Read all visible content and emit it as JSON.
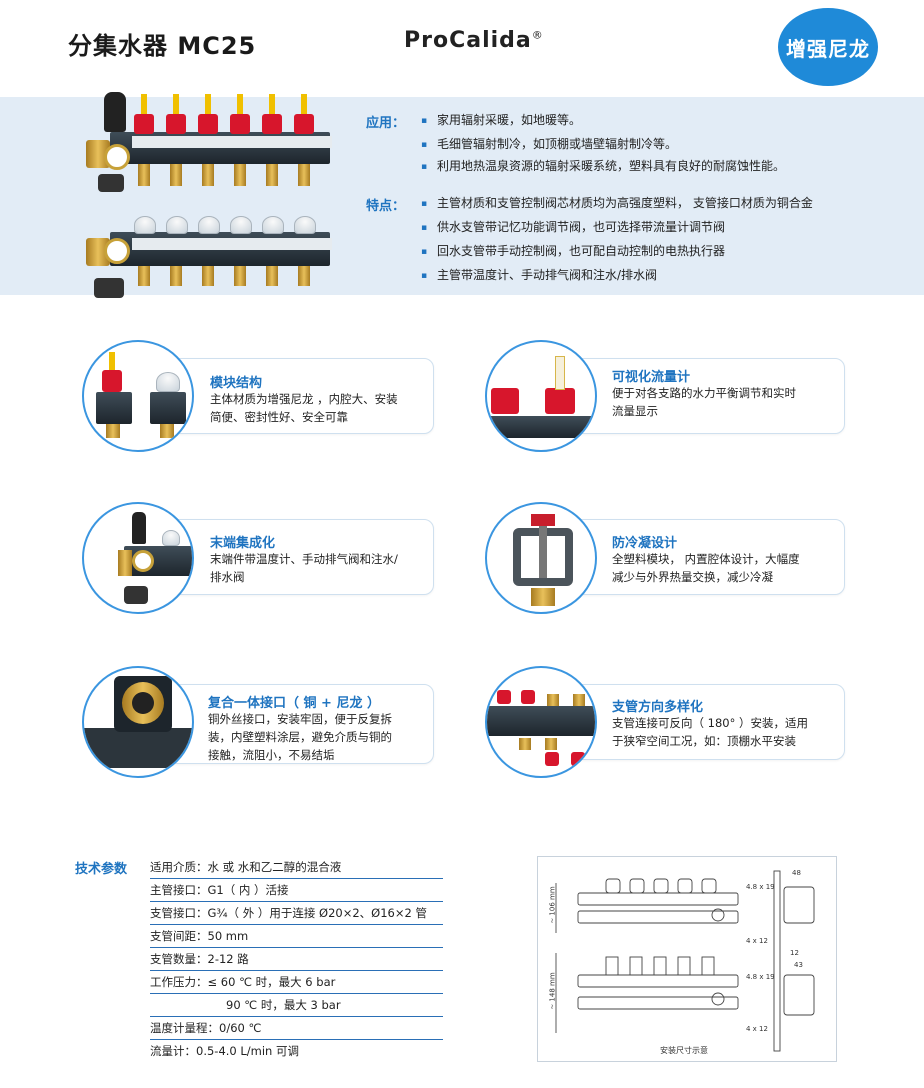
{
  "header": {
    "title": "分集水器 MC25",
    "brand": "ProCalida",
    "brand_mark": "®",
    "badge": "增强尼龙"
  },
  "usage": {
    "label": "应用：",
    "items": [
      "家用辐射采暖，如地暖等。",
      "毛细管辐射制冷，如顶棚或墙壁辐射制冷等。",
      "利用地热温泉资源的辐射采暖系统，塑料具有良好的耐腐蚀性能。"
    ]
  },
  "features_intro": {
    "label": "特点：",
    "items": [
      "主管材质和支管控制阀芯材质均为高强度塑料， 支管接口材质为铜合金",
      "供水支管带记忆功能调节阀，也可选择带流量计调节阀",
      "回水支管带手动控制阀，也可配自动控制的电热执行器",
      "主管带温度计、手动排气阀和注水/排水阀"
    ]
  },
  "feature_cards": [
    {
      "title": "模块结构",
      "lines": [
        "主体材质为增强尼龙 ，内腔大、安装",
        "简便、密封性好、安全可靠"
      ]
    },
    {
      "title": "可视化流量计",
      "lines": [
        "便于对各支路的水力平衡调节和实时",
        "流量显示"
      ]
    },
    {
      "title": "末端集成化",
      "lines": [
        "末端件带温度计、手动排气阀和注水/",
        "排水阀"
      ]
    },
    {
      "title": "防冷凝设计",
      "lines": [
        "全塑料模块， 内置腔体设计，大幅度",
        "减少与外界热量交换，减少冷凝"
      ]
    },
    {
      "title": "复合一体接口（ 铜 + 尼龙 ）",
      "lines": [
        "铜外丝接口，安装牢固，便于反复拆",
        "装，内壁塑料涂层，避免介质与铜的",
        "接触，流阻小，不易结垢"
      ]
    },
    {
      "title": "支管方向多样化",
      "lines": [
        "支管连接可反向（ 180° ）安装，适用",
        "于狭窄空间工况，如：顶棚水平安装"
      ]
    }
  ],
  "tech": {
    "title": "技术参数",
    "rows": [
      "适用介质：水 或 水和乙二醇的混合液",
      "主管接口：G1（ 内 ）活接",
      "支管接口：G¾（ 外 ）用于连接 Ø20×2、Ø16×2 管",
      "支管间距：50 mm",
      "支管数量：2-12 路",
      "工作压力：≤ 60 ℃ 时，最大 6 bar",
      "90 ℃ 时，最大 3 bar",
      "温度计量程：0/60 ℃",
      "流量计：0.5-4.0 L/min 可调"
    ]
  },
  "diagram": {
    "caption": "安装尺寸示意",
    "dim_top": "~ 106 mm",
    "dim_bottom": "~ 148 mm",
    "label_a1": "4.8 x 19",
    "label_a2": "4 x 12",
    "label_b1": "4.8 x 19",
    "label_b2": "4 x 12",
    "side_48": "48",
    "side_12": "12",
    "side_43": "43"
  },
  "colors": {
    "accent": "#1f74c0",
    "badge": "#1f8ad8",
    "band": "#e2ecf6",
    "valve_red": "#d7162c"
  }
}
